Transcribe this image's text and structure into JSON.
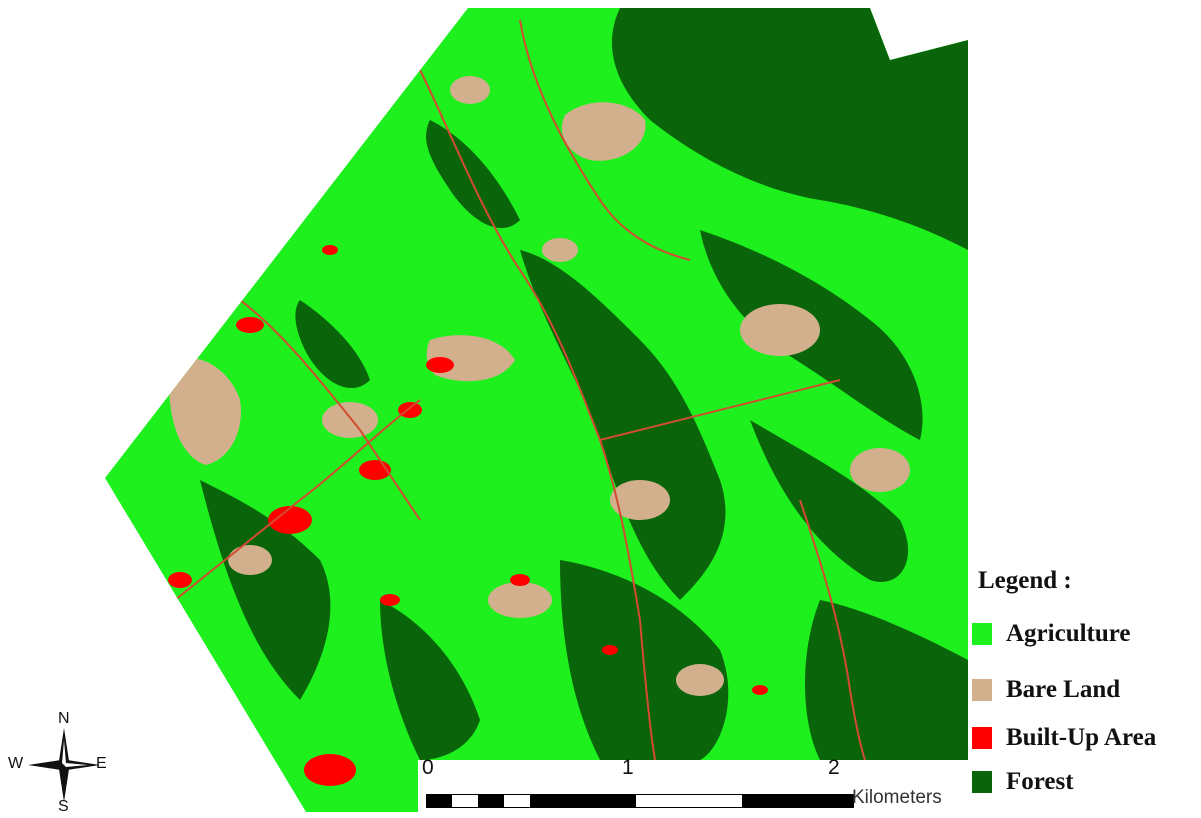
{
  "legend": {
    "title": "Legend :",
    "items": [
      {
        "label": "Agriculture",
        "color": "#1df01d"
      },
      {
        "label": "Bare Land",
        "color": "#d2b08d"
      },
      {
        "label": "Built-Up Area",
        "color": "#ff0000"
      },
      {
        "label": "Forest",
        "color": "#0a640a"
      }
    ]
  },
  "scale_bar": {
    "ticks": [
      "0",
      "1",
      "2"
    ],
    "unit": "Kilometers"
  },
  "compass": {
    "north": "N",
    "south": "S",
    "east": "E",
    "west": "W"
  },
  "colors": {
    "agriculture": "#1df01d",
    "bare_land": "#d2b08d",
    "built_up": "#ff0000",
    "forest": "#0a640a",
    "road": "#d24b32"
  }
}
